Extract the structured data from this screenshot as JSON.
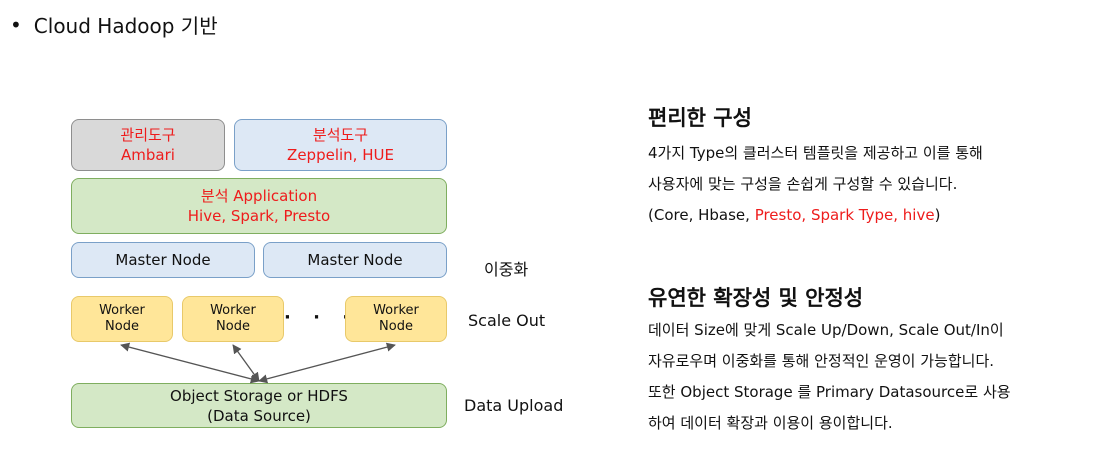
{
  "title": {
    "bullet": "•",
    "text": "Cloud Hadoop 기반"
  },
  "diagram": {
    "ambari": {
      "line1": "관리도구",
      "line2": "Ambari"
    },
    "zeppelin": {
      "line1": "분석도구",
      "line2": "Zeppelin, HUE"
    },
    "application": {
      "line1": "분석 Application",
      "line2": "Hive, Spark, Presto"
    },
    "master_nodes": [
      "Master Node",
      "Master Node"
    ],
    "worker_nodes": [
      {
        "line1": "Worker",
        "line2": "Node"
      },
      {
        "line1": "Worker",
        "line2": "Node"
      },
      {
        "line1": "Worker",
        "line2": "Node"
      }
    ],
    "ellipsis": "· · ·",
    "storage": {
      "line1": "Object Storage or HDFS",
      "line2": "(Data Source)"
    },
    "labels": {
      "redundancy": "이중화",
      "scale_out": "Scale Out",
      "data_upload": "Data Upload"
    }
  },
  "section1": {
    "heading": "편리한 구성",
    "line1": "4가지 Type의 클러스터 템플릿을 제공하고 이를 통해",
    "line2": "사용자에 맞는 구성을 손쉽게 구성할 수 있습니다.",
    "line3_prefix": "(Core, Hbase, ",
    "line3_highlight": "Presto, Spark Type, hive",
    "line3_suffix": ")"
  },
  "section2": {
    "heading": "유연한 확장성 및 안정성",
    "lines": [
      "데이터 Size에 맞게 Scale Up/Down, Scale Out/In이",
      "자유로우며 이중화를 통해 안정적인 운영이 가능합니다.",
      "또한 Object Storage 를 Primary Datasource로 사용",
      "하여 데이터 확장과 이용이 용이합니다."
    ]
  },
  "colors": {
    "highlight_red": "#ee1c1c",
    "gray_box": "#d9d9d9",
    "blue_box": "#dde8f5",
    "green_box": "#d4e8c6",
    "yellow_box": "#ffe699"
  }
}
